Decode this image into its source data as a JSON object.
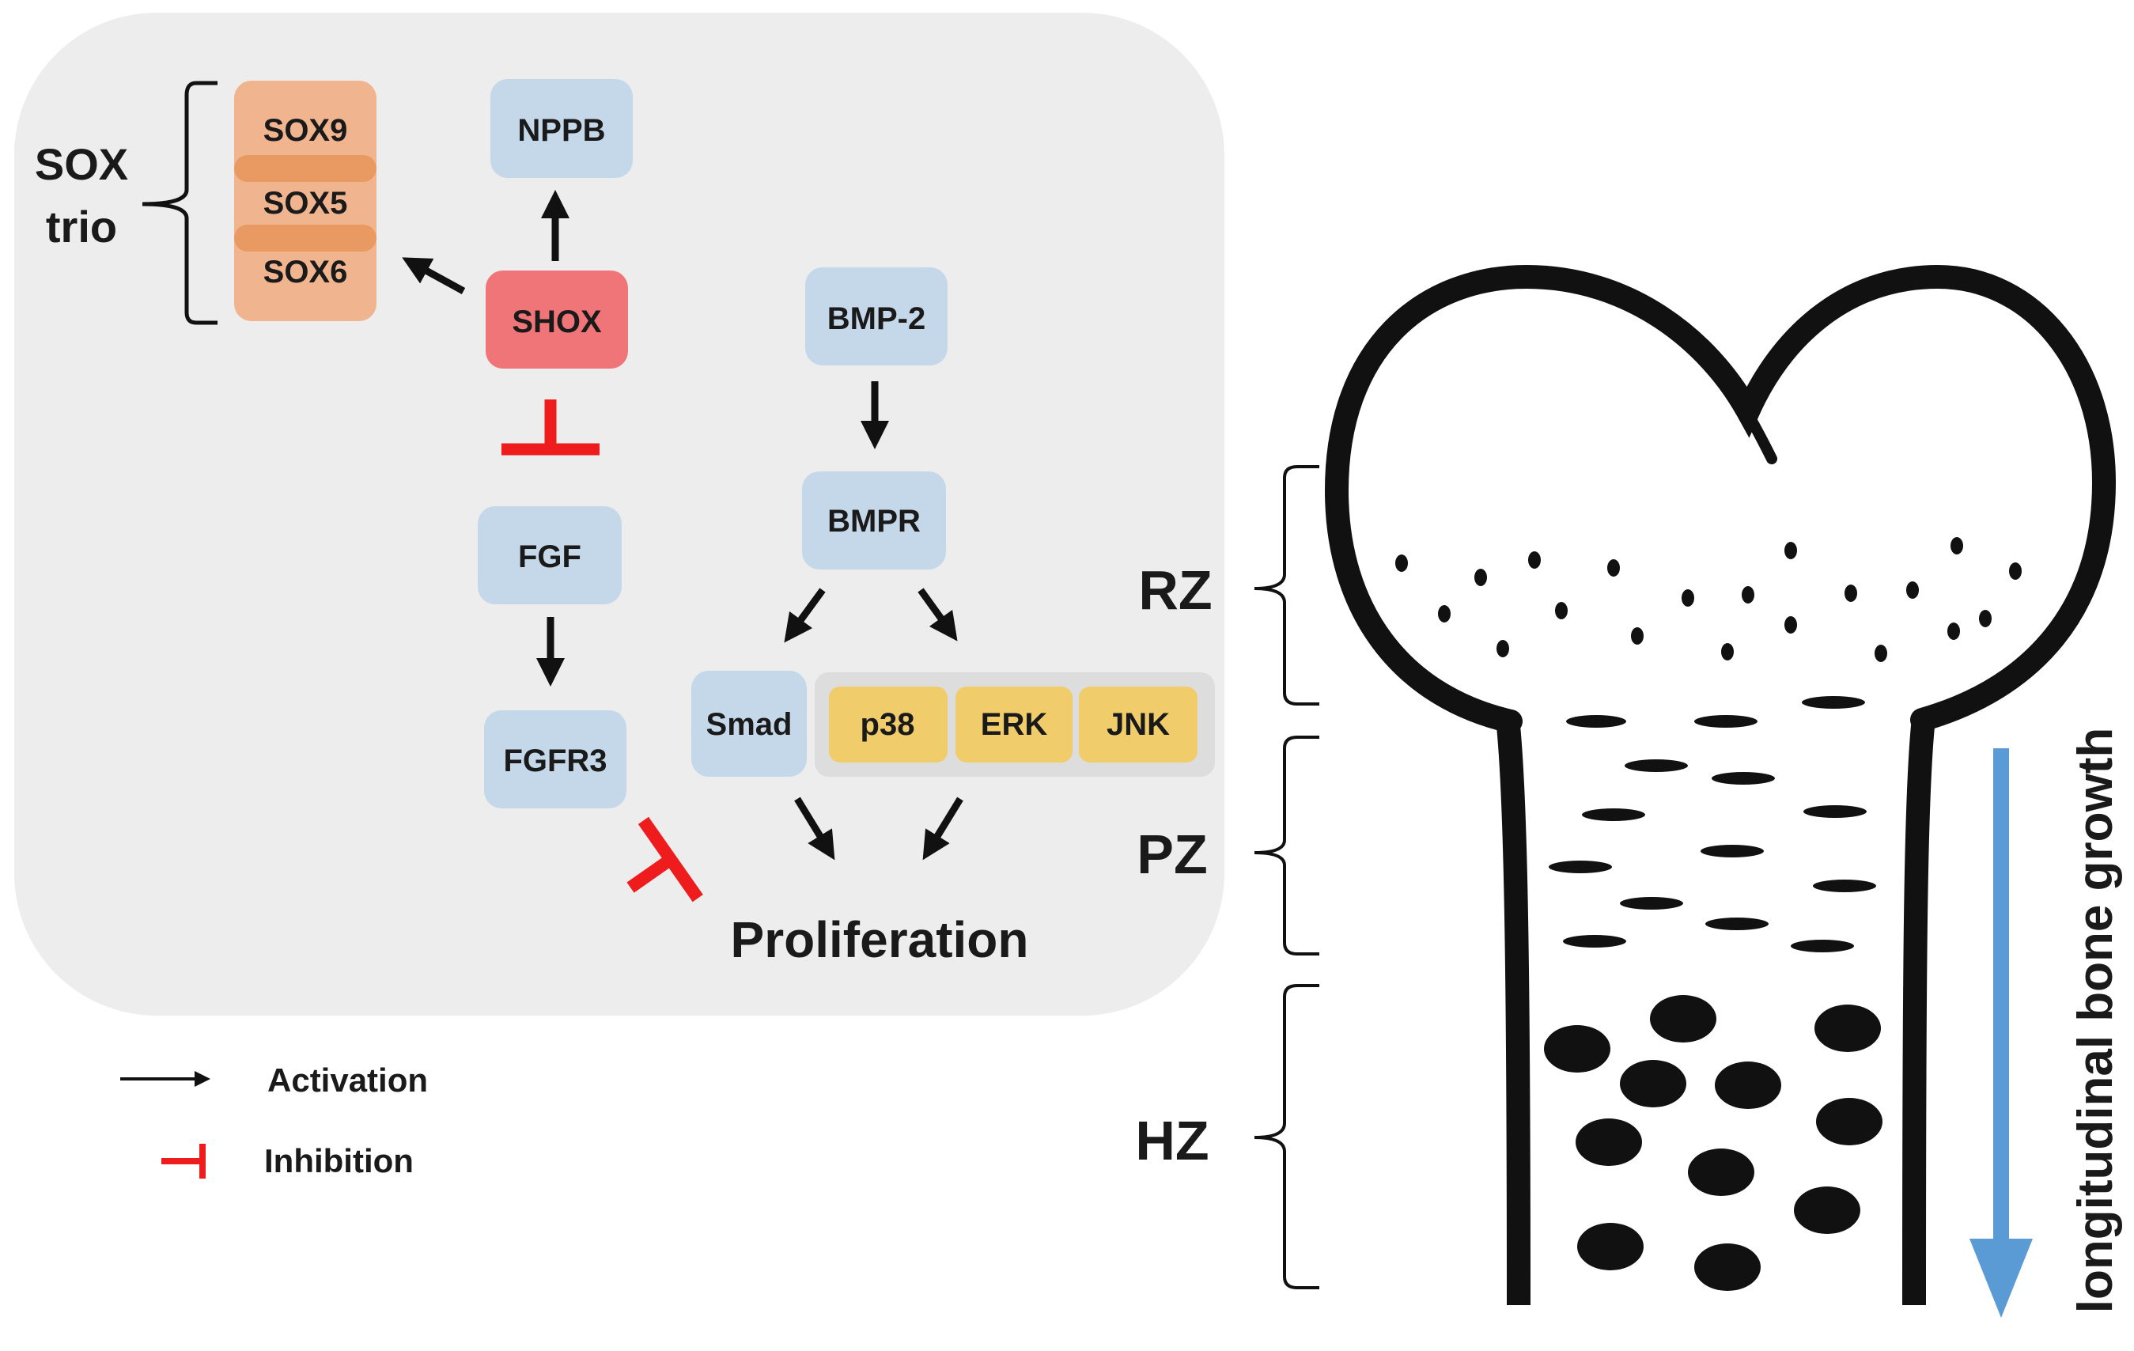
{
  "pathway": {
    "sox_trio_label": {
      "line1": "SOX",
      "line2": "trio"
    },
    "sox9": "SOX9",
    "sox5": "SOX5",
    "sox6": "SOX6",
    "nppb": "NPPB",
    "shox": "SHOX",
    "fgf": "FGF",
    "fgfr3": "FGFR3",
    "bmp2": "BMP-2",
    "bmpr": "BMPR",
    "smad": "Smad",
    "p38": "p38",
    "erk": "ERK",
    "jnk": "JNK",
    "proliferation": "Proliferation"
  },
  "legend": {
    "activation": "Activation",
    "inhibition": "Inhibition"
  },
  "bone": {
    "zones": {
      "rz": "RZ",
      "pz": "PZ",
      "hz": "HZ"
    },
    "growth_label": "longitudinal bone growth"
  },
  "colors": {
    "panel_bg": "#ededee",
    "node_blue": "#c5d8ea",
    "node_orange": "#f0b58f",
    "node_orange_band": "#e99a62",
    "node_shox": "#f07578",
    "node_yellow": "#f0cc6b",
    "mapk_group_bg": "#dddddd",
    "inhibition_red": "#ee1c1c",
    "growth_arrow": "#5b9bd5",
    "ink": "#111111"
  }
}
